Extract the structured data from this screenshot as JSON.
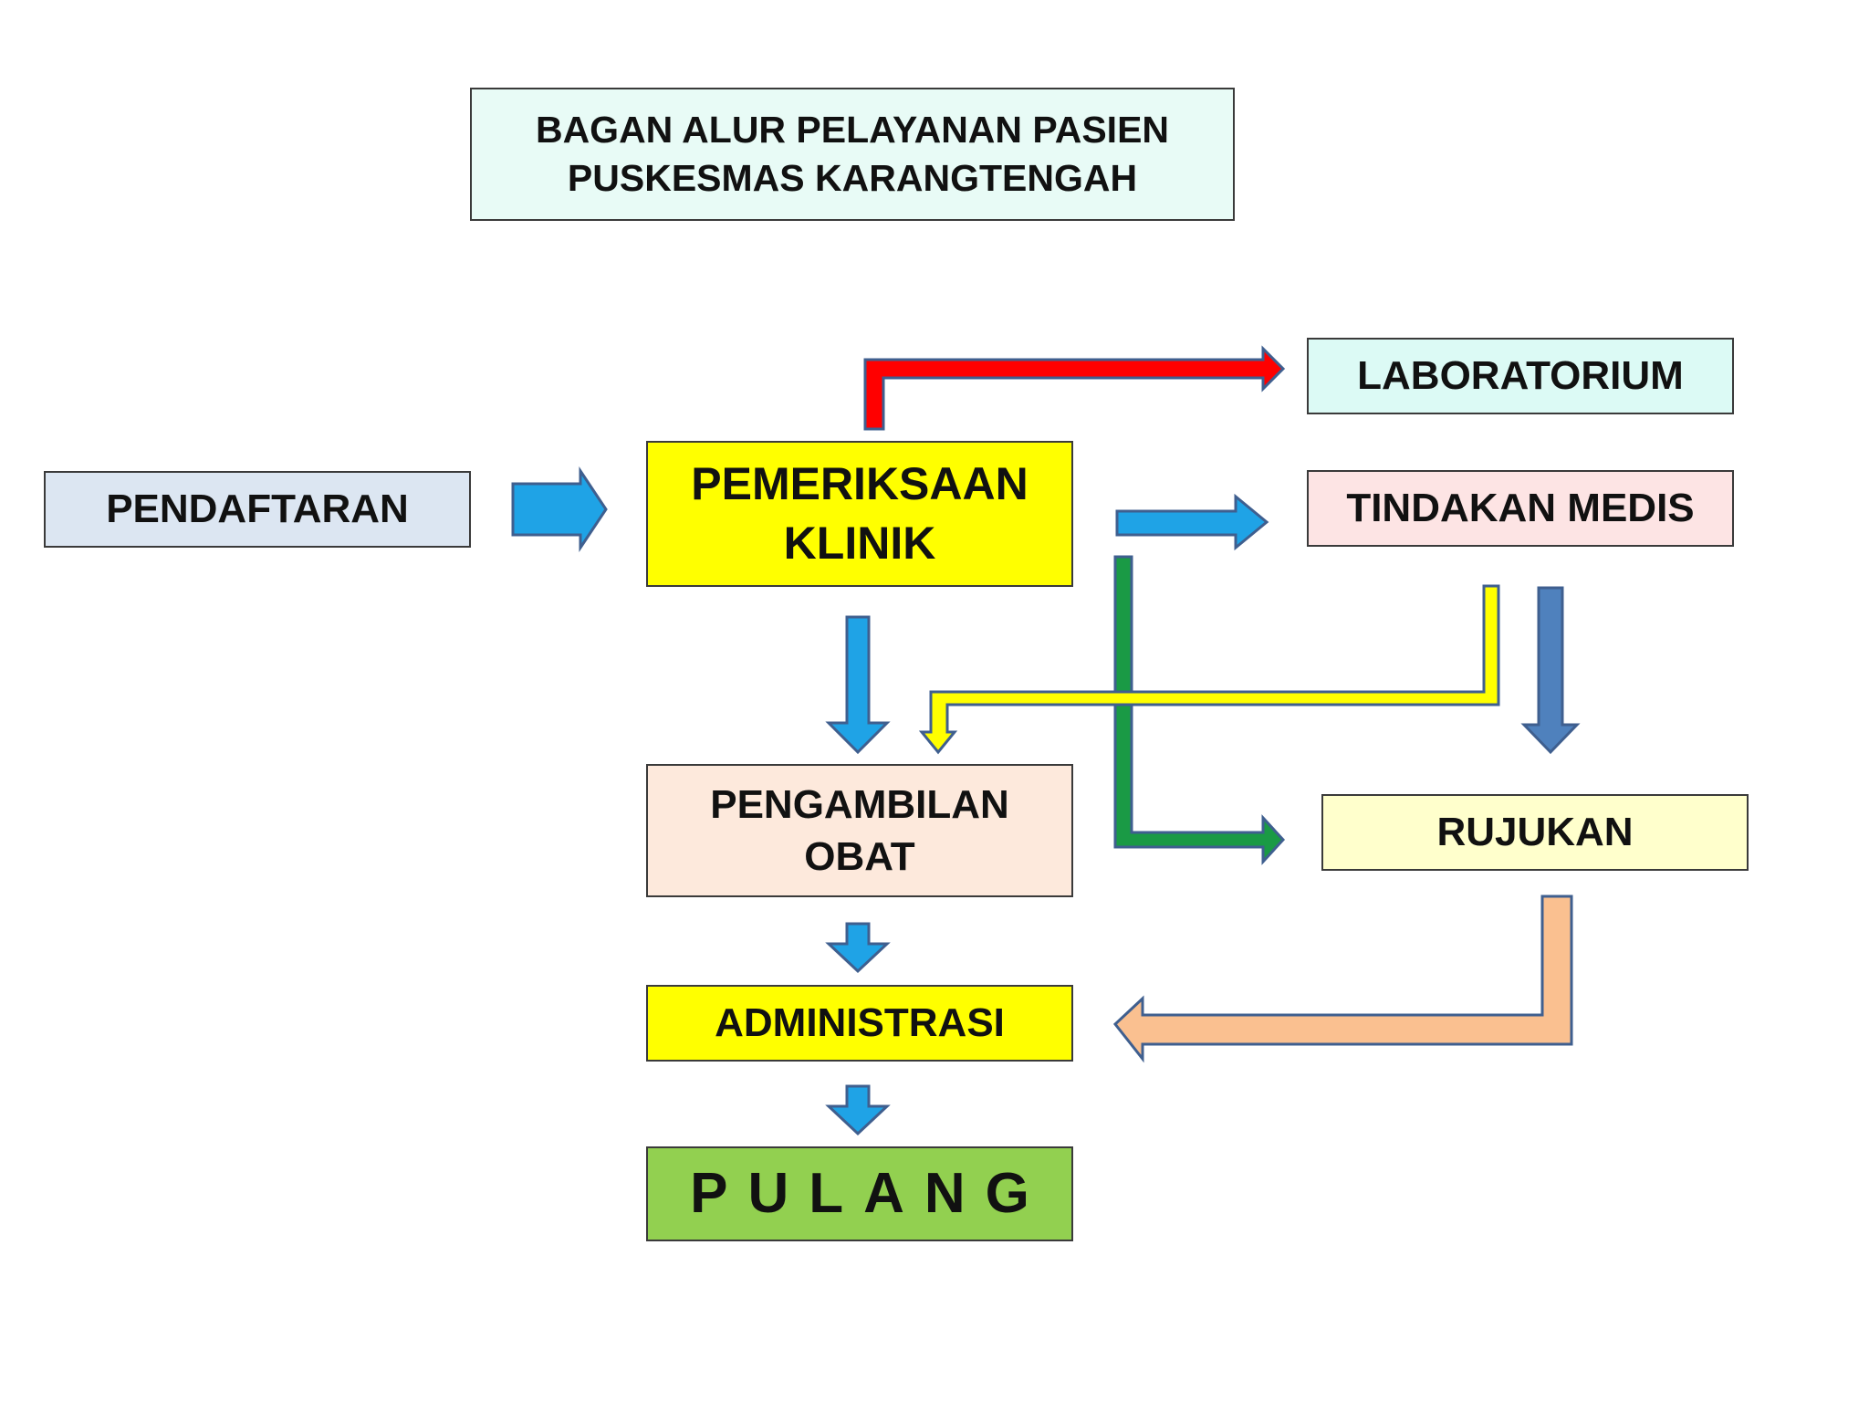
{
  "title": {
    "line1": "BAGAN ALUR PELAYANAN PASIEN",
    "line2": "PUSKESMAS KARANGTENGAH"
  },
  "nodes": {
    "pendaftaran": "PENDAFTARAN",
    "pemeriksaan": {
      "line1": "PEMERIKSAAN",
      "line2": "KLINIK"
    },
    "laboratorium": "LABORATORIUM",
    "tindakan_medis": "TINDAKAN MEDIS",
    "pengambilan_obat": {
      "line1": "PENGAMBILAN",
      "line2": "OBAT"
    },
    "rujukan": "RUJUKAN",
    "administrasi": "ADMINISTRASI",
    "pulang": "PULANG"
  },
  "colors": {
    "arrow_blue": "#1fa3e6",
    "arrow_red": "#ff0000",
    "arrow_green": "#1a9a45",
    "arrow_yellow": "#ffff00",
    "arrow_steel": "#4f81bd",
    "arrow_peach": "#fac090",
    "arrow_outline": "#3f5f8f"
  }
}
